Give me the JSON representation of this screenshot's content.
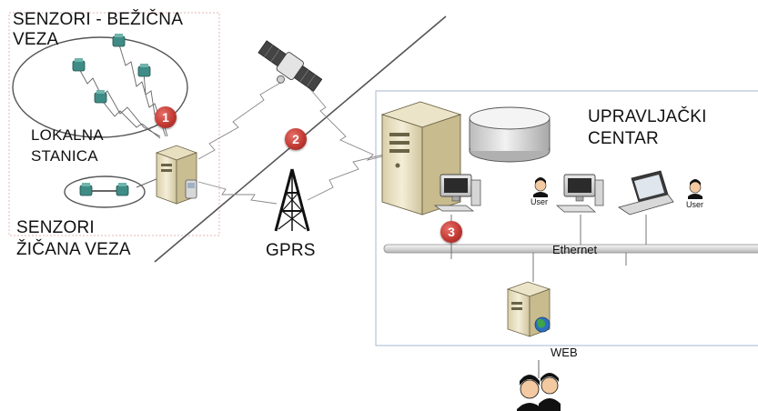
{
  "labels": {
    "wireless_sensors_line1": "SENZORI - BEŽIČNA",
    "wireless_sensors_line2": "VEZA",
    "local_station_line1": "LOKALNA",
    "local_station_line2": "STANICA",
    "wired_sensors_line1": "SENZORI",
    "wired_sensors_line2": "ŽIČANA VEZA",
    "gprs": "GPRS",
    "control_center_line1": "UPRAVLJAČKI",
    "control_center_line2": "CENTAR",
    "ethernet": "Ethernet",
    "web": "WEB",
    "user_left": "User",
    "user_right": "User"
  },
  "badges": {
    "one": "1",
    "two": "2",
    "three": "3"
  },
  "colors": {
    "badge": "#c23a33",
    "sensor": "#3f8c86",
    "server_body": "#f1ead2",
    "line": "#444444"
  },
  "icons": [
    "satellite-icon",
    "gprs-tower-icon",
    "server-icon",
    "database-icon",
    "workstation-icon",
    "laptop-icon",
    "user-icon",
    "globe-icon",
    "sensor-icon",
    "users-group-icon"
  ]
}
